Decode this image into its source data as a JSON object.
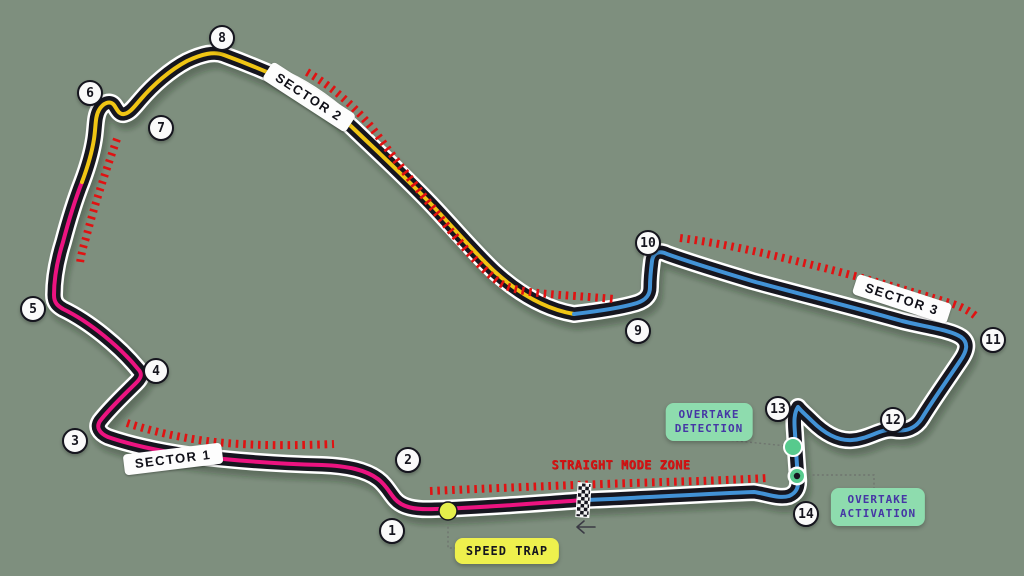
{
  "map": {
    "name": "Grand prix circuit map with 14 numbered turns and three timing sectors",
    "colors": {
      "background": "#7e8f7e",
      "sector1": "#ec1380",
      "sector2": "#f0c514",
      "sector3": "#4292d6",
      "asphalt": "#16161f",
      "casing": "#ffffff",
      "marker_red": "#e01212",
      "badge_mint": "#8edcae",
      "badge_text_indigo": "#4636a5",
      "speed_trap_yellow": "#eef04d",
      "dot_green": "#57ca8d"
    },
    "sectors": [
      {
        "label": "SECTOR 1"
      },
      {
        "label": "SECTOR 2"
      },
      {
        "label": "SECTOR 3"
      }
    ],
    "turns": [
      {
        "label": "1"
      },
      {
        "label": "2"
      },
      {
        "label": "3"
      },
      {
        "label": "4"
      },
      {
        "label": "5"
      },
      {
        "label": "6"
      },
      {
        "label": "7"
      },
      {
        "label": "8"
      },
      {
        "label": "9"
      },
      {
        "label": "10"
      },
      {
        "label": "11"
      },
      {
        "label": "12"
      },
      {
        "label": "13"
      },
      {
        "label": "14"
      }
    ],
    "labels": {
      "speed_trap": "SPEED TRAP",
      "overtake_detection_line1": "OVERTAKE",
      "overtake_detection_line2": "DETECTION",
      "overtake_activation_line1": "OVERTAKE",
      "overtake_activation_line2": "ACTIVATION",
      "zone_text": "STRAIGHT MODE ZONE"
    }
  }
}
